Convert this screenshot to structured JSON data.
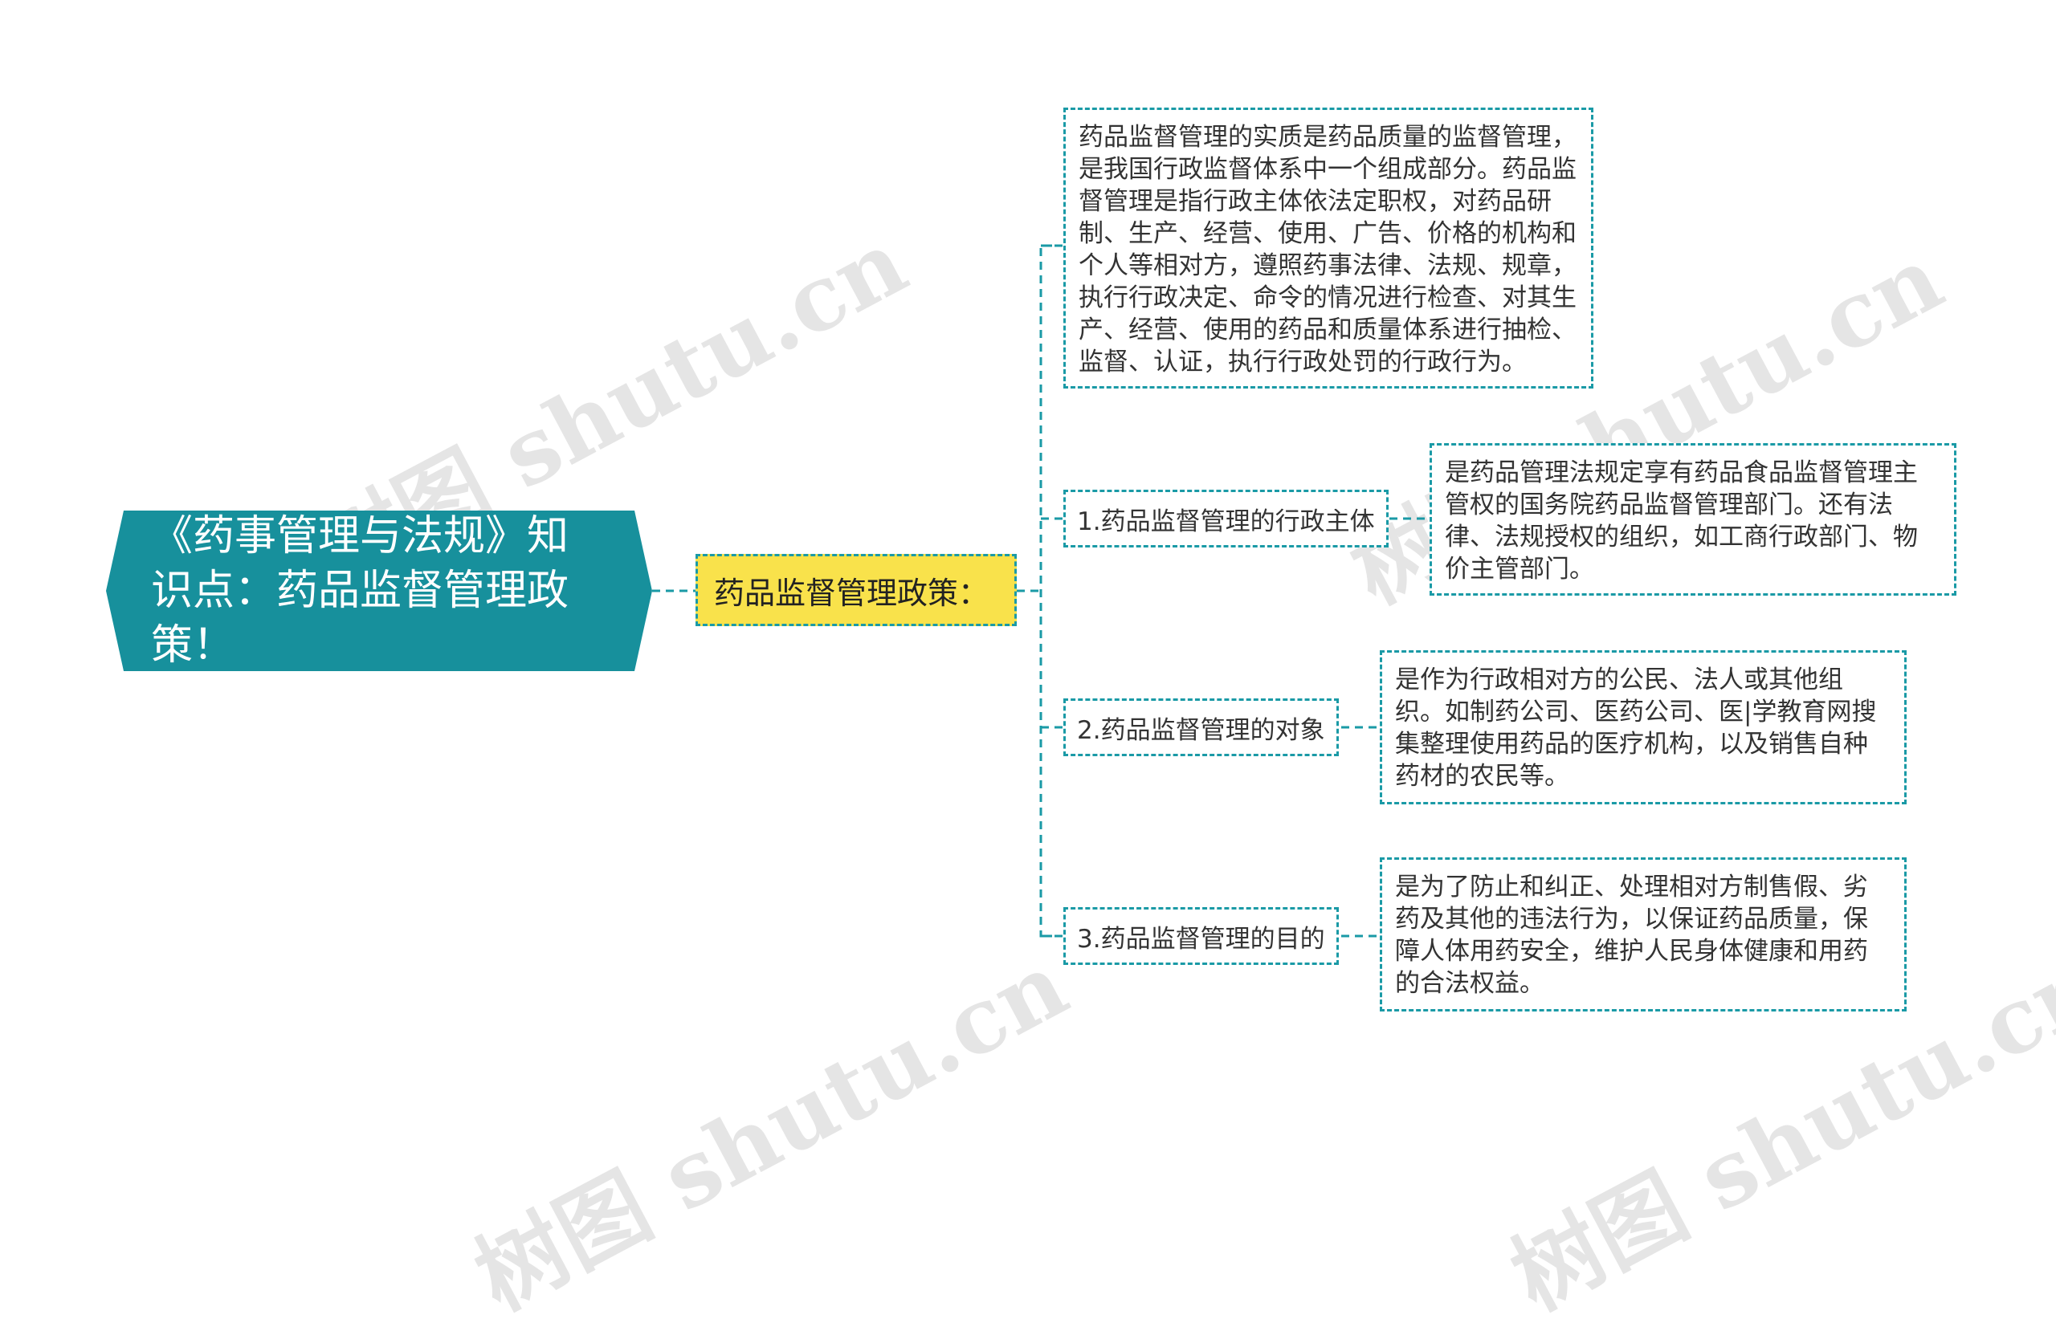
{
  "watermark": "树图 shutu.cn",
  "root": {
    "text": "《药事管理与法规》知识点：药品监督管理政策！",
    "color": "#17909c"
  },
  "center": {
    "text": "药品监督管理政策：",
    "color": "#f9e24b"
  },
  "connector_color": "#1a9aa6",
  "top_note": "药品监督管理的实质是药品质量的监督管理，是我国行政监督体系中一个组成部分。药品监督管理是指行政主体依法定职权，对药品研制、生产、经营、使用、广告、价格的机构和个人等相对方，遵照药事法律、法规、规章，执行行政决定、命令的情况进行检查、对其生产、经营、使用的药品和质量体系进行抽检、监督、认证，执行行政处罚的行政行为。",
  "branches": [
    {
      "label": "1.药品监督管理的行政主体",
      "detail": "是药品管理法规定享有药品食品监督管理主管权的国务院药品监督管理部门。还有法律、法规授权的组织，如工商行政部门、物价主管部门。"
    },
    {
      "label": "2.药品监督管理的对象",
      "detail": "是作为行政相对方的公民、法人或其他组织。如制药公司、医药公司、医|学教育网搜集整理使用药品的医疗机构，以及销售自种药材的农民等。"
    },
    {
      "label": "3.药品监督管理的目的",
      "detail": "是为了防止和纠正、处理相对方制售假、劣药及其他的违法行为，以保证药品质量，保障人体用药安全，维护人民身体健康和用药的合法权益。"
    }
  ]
}
